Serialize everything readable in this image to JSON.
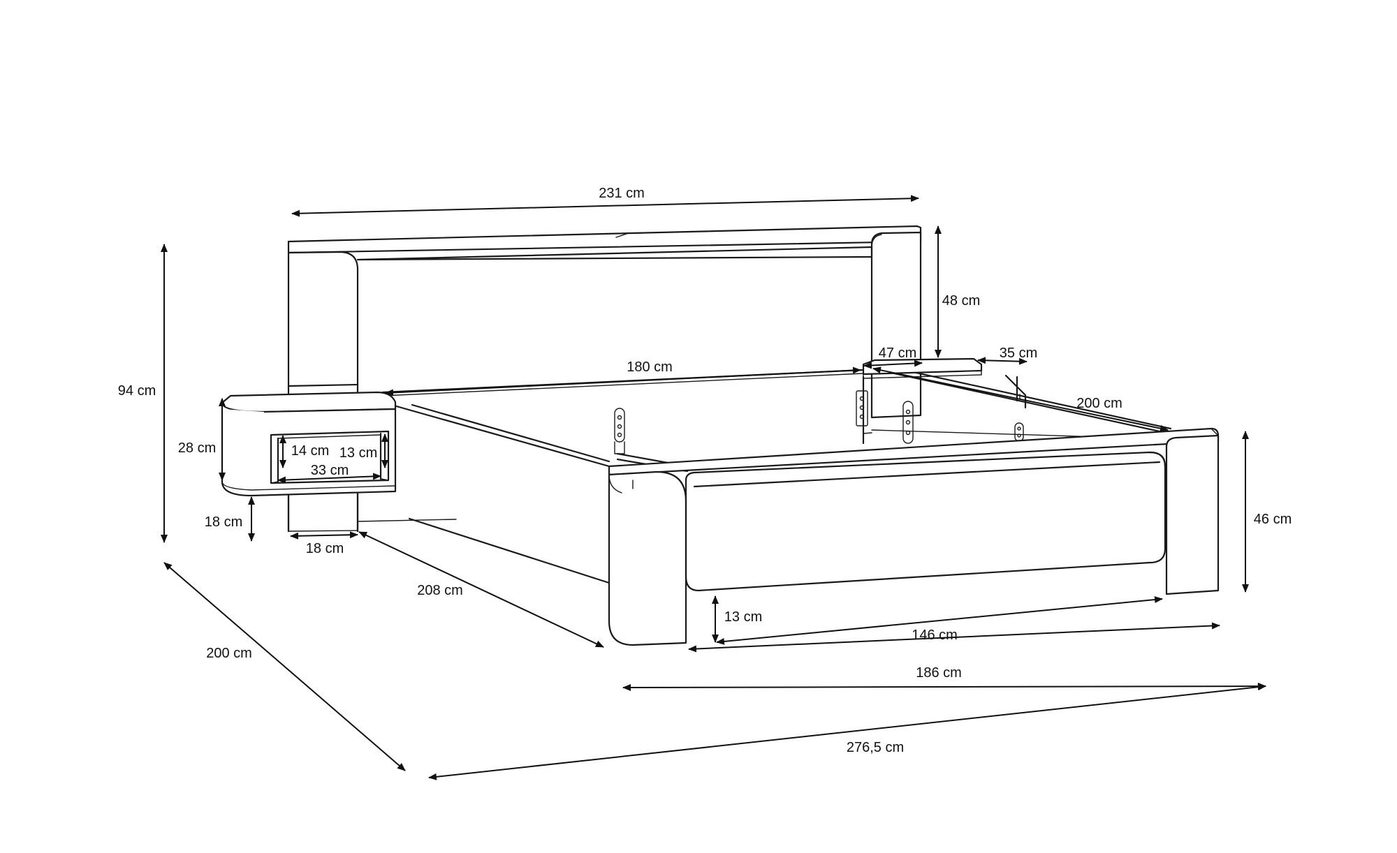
{
  "diagram": {
    "dimensions": [
      {
        "id": "headboard-width",
        "label": "231 cm"
      },
      {
        "id": "total-height",
        "label": "94 cm"
      },
      {
        "id": "headboard-panel-height",
        "label": "48 cm"
      },
      {
        "id": "mattress-width",
        "label": "180 cm"
      },
      {
        "id": "right-table-depth",
        "label": "47 cm"
      },
      {
        "id": "right-table-width",
        "label": "35 cm"
      },
      {
        "id": "mattress-length",
        "label": "200 cm"
      },
      {
        "id": "table-height",
        "label": "28 cm"
      },
      {
        "id": "shelf-opening-height",
        "label": "14 cm"
      },
      {
        "id": "shelf-inner-height",
        "label": "13 cm"
      },
      {
        "id": "shelf-width",
        "label": "33 cm"
      },
      {
        "id": "table-floor-gap",
        "label": "18 cm"
      },
      {
        "id": "leg-width",
        "label": "18 cm"
      },
      {
        "id": "side-rail-length",
        "label": "208 cm"
      },
      {
        "id": "footboard-height",
        "label": "46 cm"
      },
      {
        "id": "footboard-ground-gap",
        "label": "13 cm"
      },
      {
        "id": "footboard-panel-width",
        "label": "146 cm"
      },
      {
        "id": "bed-width",
        "label": "186 cm"
      },
      {
        "id": "total-depth",
        "label": "200 cm"
      },
      {
        "id": "total-width",
        "label": "276,5 cm"
      }
    ]
  }
}
